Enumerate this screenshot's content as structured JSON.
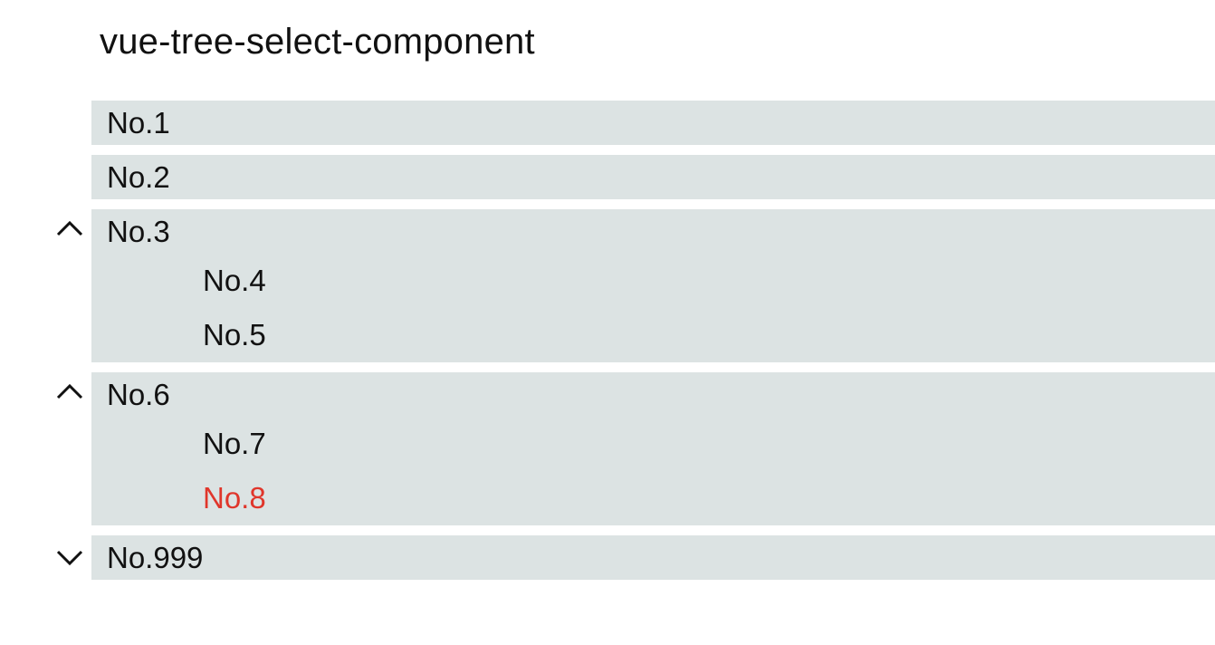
{
  "title": "vue-tree-select-component",
  "groups": [
    {
      "label": "No.1",
      "toggle": null,
      "children": []
    },
    {
      "label": "No.2",
      "toggle": null,
      "children": []
    },
    {
      "label": "No.3",
      "toggle": "chevron-up-icon",
      "children": [
        {
          "label": "No.4",
          "selected": false
        },
        {
          "label": "No.5",
          "selected": false
        }
      ]
    },
    {
      "label": "No.6",
      "toggle": "chevron-up-icon",
      "children": [
        {
          "label": "No.7",
          "selected": false
        },
        {
          "label": "No.8",
          "selected": true
        }
      ]
    },
    {
      "label": "No.999",
      "toggle": "chevron-down-icon",
      "children": []
    }
  ],
  "colors": {
    "row_background": "#dce3e3",
    "selected_text": "#e0362b",
    "text": "#111111"
  }
}
